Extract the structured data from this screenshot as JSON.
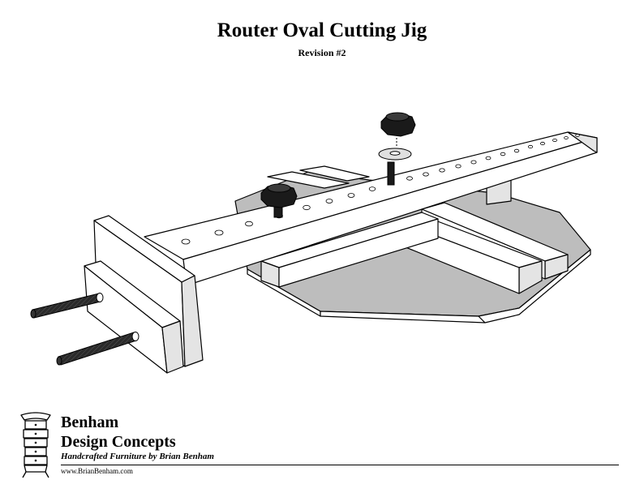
{
  "header": {
    "title": "Router Oval Cutting Jig",
    "subtitle": "Revision #2"
  },
  "footer": {
    "brand_line1": "Benham",
    "brand_line2": "Design Concepts",
    "tagline": "Handcrafted Furniture by Brian Benham",
    "url": "www.BrianBenham.com",
    "logo_icon": "dresser-icon"
  },
  "colors": {
    "line": "#000000",
    "wood": "#ffffff",
    "shade": "#e4e4e4",
    "base_top": "#bdbdbd",
    "hardware": "#1a1a1a"
  }
}
